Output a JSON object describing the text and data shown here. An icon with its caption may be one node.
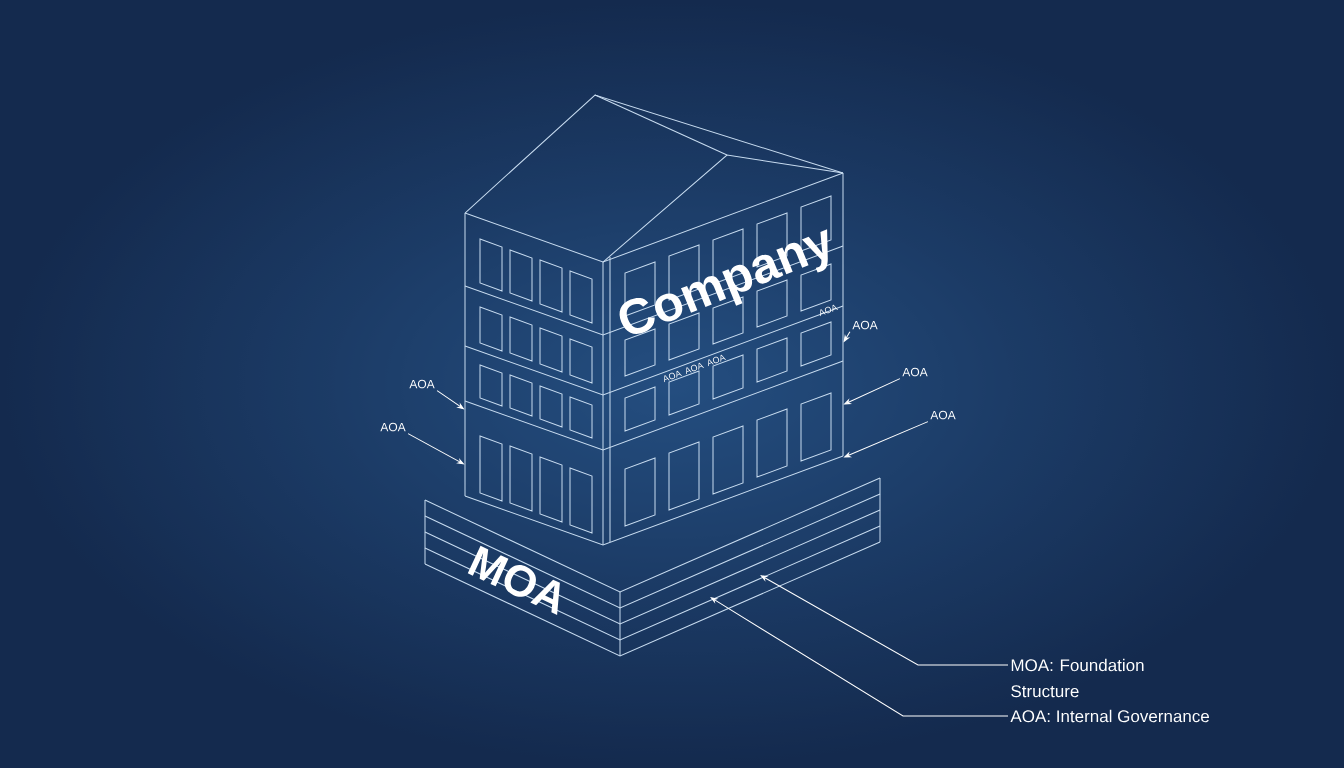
{
  "diagram": {
    "nodes": [
      {
        "text": [
          "Company"
        ]
      },
      {
        "text": [
          "MOA"
        ]
      },
      {
        "text": [
          "AOA"
        ]
      },
      {
        "text": [
          "AOA"
        ]
      },
      {
        "text": [
          "AOA"
        ]
      },
      {
        "text": [
          "AOA"
        ]
      },
      {
        "text": [
          "AOA"
        ]
      },
      {
        "text": [
          "MOA: Foundation Structure"
        ]
      },
      {
        "text": [
          "AOA: Internal Governance"
        ]
      }
    ],
    "edges": [
      {
        "from": 2,
        "to": 0,
        "arrow": "to"
      },
      {
        "from": 3,
        "to": 0,
        "arrow": "to"
      },
      {
        "from": 4,
        "to": 0,
        "arrow": "to"
      },
      {
        "from": 5,
        "to": 0,
        "arrow": "to"
      },
      {
        "from": 6,
        "to": 0,
        "arrow": "to"
      },
      {
        "from": 7,
        "to": 1,
        "arrow": "to"
      },
      {
        "from": 8,
        "to": 1,
        "arrow": "to"
      }
    ],
    "labels": [
      "AOA",
      "AOA",
      "AOA",
      "AOA"
    ]
  }
}
